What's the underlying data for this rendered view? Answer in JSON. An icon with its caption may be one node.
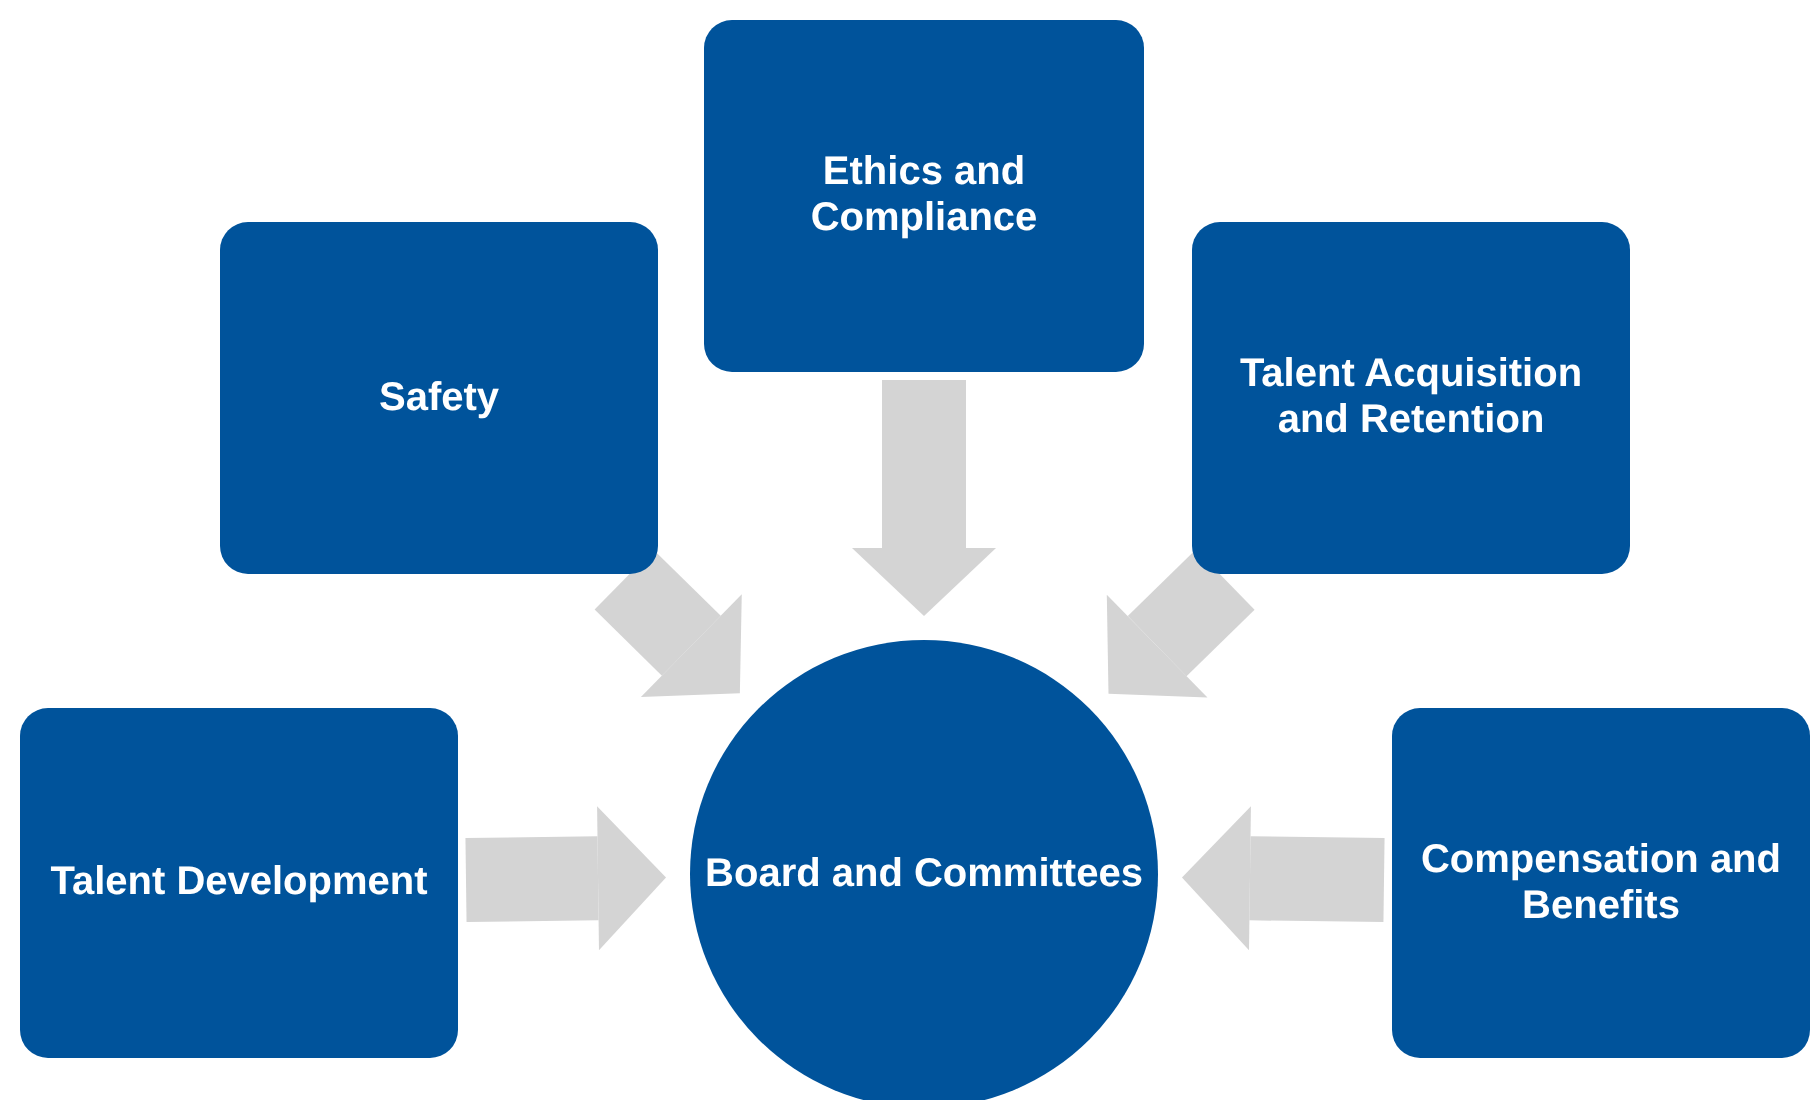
{
  "diagram": {
    "nodes": [
      {
        "text": [
          "Ethics and Compliance"
        ]
      },
      {
        "text": [
          "Safety"
        ]
      },
      {
        "text": [
          "Talent Acquisition and Retention"
        ]
      },
      {
        "text": [
          "Talent Development"
        ]
      },
      {
        "text": [
          "Board and Committees"
        ]
      },
      {
        "text": [
          "Compensation and Benefits"
        ]
      }
    ],
    "edges": [
      {
        "from": 1,
        "to": 4,
        "arrow": "to"
      },
      {
        "from": 0,
        "to": 4,
        "arrow": "to"
      },
      {
        "from": 2,
        "to": 4,
        "arrow": "to"
      },
      {
        "from": 3,
        "to": 4,
        "arrow": "to"
      },
      {
        "from": 5,
        "to": 4,
        "arrow": "to"
      }
    ]
  }
}
